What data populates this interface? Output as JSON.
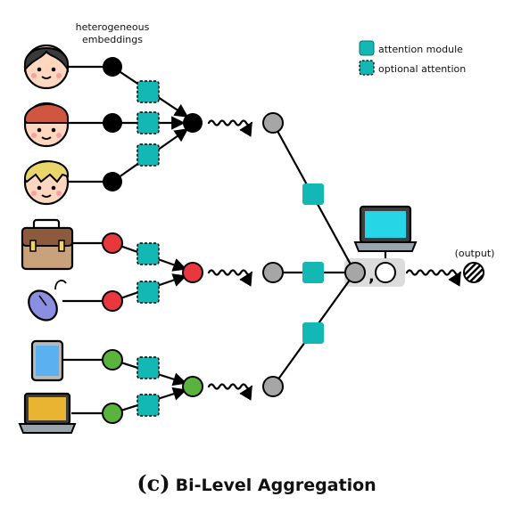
{
  "diagram": {
    "embeddings_label_line1": "heterogeneous",
    "embeddings_label_line2": "embeddings",
    "output_label": "(output)",
    "comma": ",",
    "legend": [
      {
        "label": "attention module",
        "style": "solid"
      },
      {
        "label": "optional attention",
        "style": "dashed"
      }
    ],
    "colors": {
      "attention": "#13B8B5",
      "user_node": "#000000",
      "item_node": "#E8383D",
      "device_node": "#5AB33D",
      "aggregate_node": "#A6A6A6",
      "highlight_bg": "#DCDCDC"
    },
    "groups": [
      {
        "name": "users",
        "icons": [
          "person-dark-hair-icon",
          "person-red-hair-icon",
          "person-blond-hair-icon"
        ]
      },
      {
        "name": "items",
        "icons": [
          "briefcase-icon",
          "mouse-icon"
        ]
      },
      {
        "name": "devices",
        "icons": [
          "tablet-icon",
          "laptop-icon"
        ]
      }
    ],
    "center_icon": "laptop-icon",
    "output_icon": "hatched-circle-icon"
  },
  "caption": {
    "letter": "(c)",
    "title": "Bi-Level Aggregation"
  }
}
